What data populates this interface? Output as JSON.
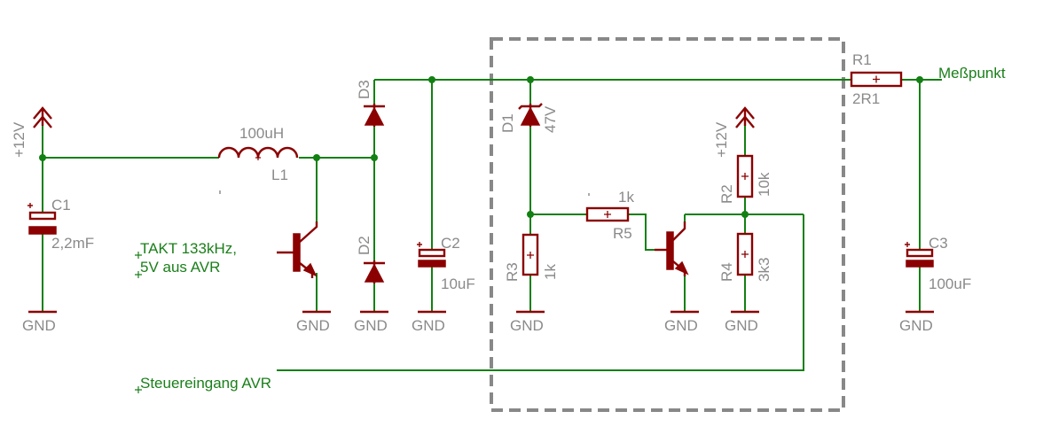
{
  "labels": {
    "v12_left": "+12V",
    "v12_right": "+12V",
    "c1_name": "C1",
    "c1_value": "2,2mF",
    "inductor_value": "100uH",
    "inductor_name": "L1",
    "d3_name": "D3",
    "d2_name": "D2",
    "c2_name": "C2",
    "c2_value": "10uF",
    "d1_name": "D1",
    "d1_value": "47V",
    "r3_name": "R3",
    "r3_value": "1k",
    "r5_value": "1k",
    "r5_name": "R5",
    "r2_name": "R2",
    "r2_value": "10k",
    "r4_name": "R4",
    "r4_value": "3k3",
    "r1_name": "R1",
    "r1_value": "2R1",
    "c3_name": "C3",
    "c3_value": "100uF",
    "takt_line1": "TAKT 133kHz,",
    "takt_line2": "5V aus AVR",
    "messpunkt": "Meßpunkt",
    "steuereingang": "Steuereingang AVR",
    "gnd": "GND"
  },
  "colors": {
    "wire": "#128012",
    "component": "#8b0000",
    "label": "#8a8a8a",
    "net_label": "#1a7f1a",
    "boundary": "#888888"
  }
}
